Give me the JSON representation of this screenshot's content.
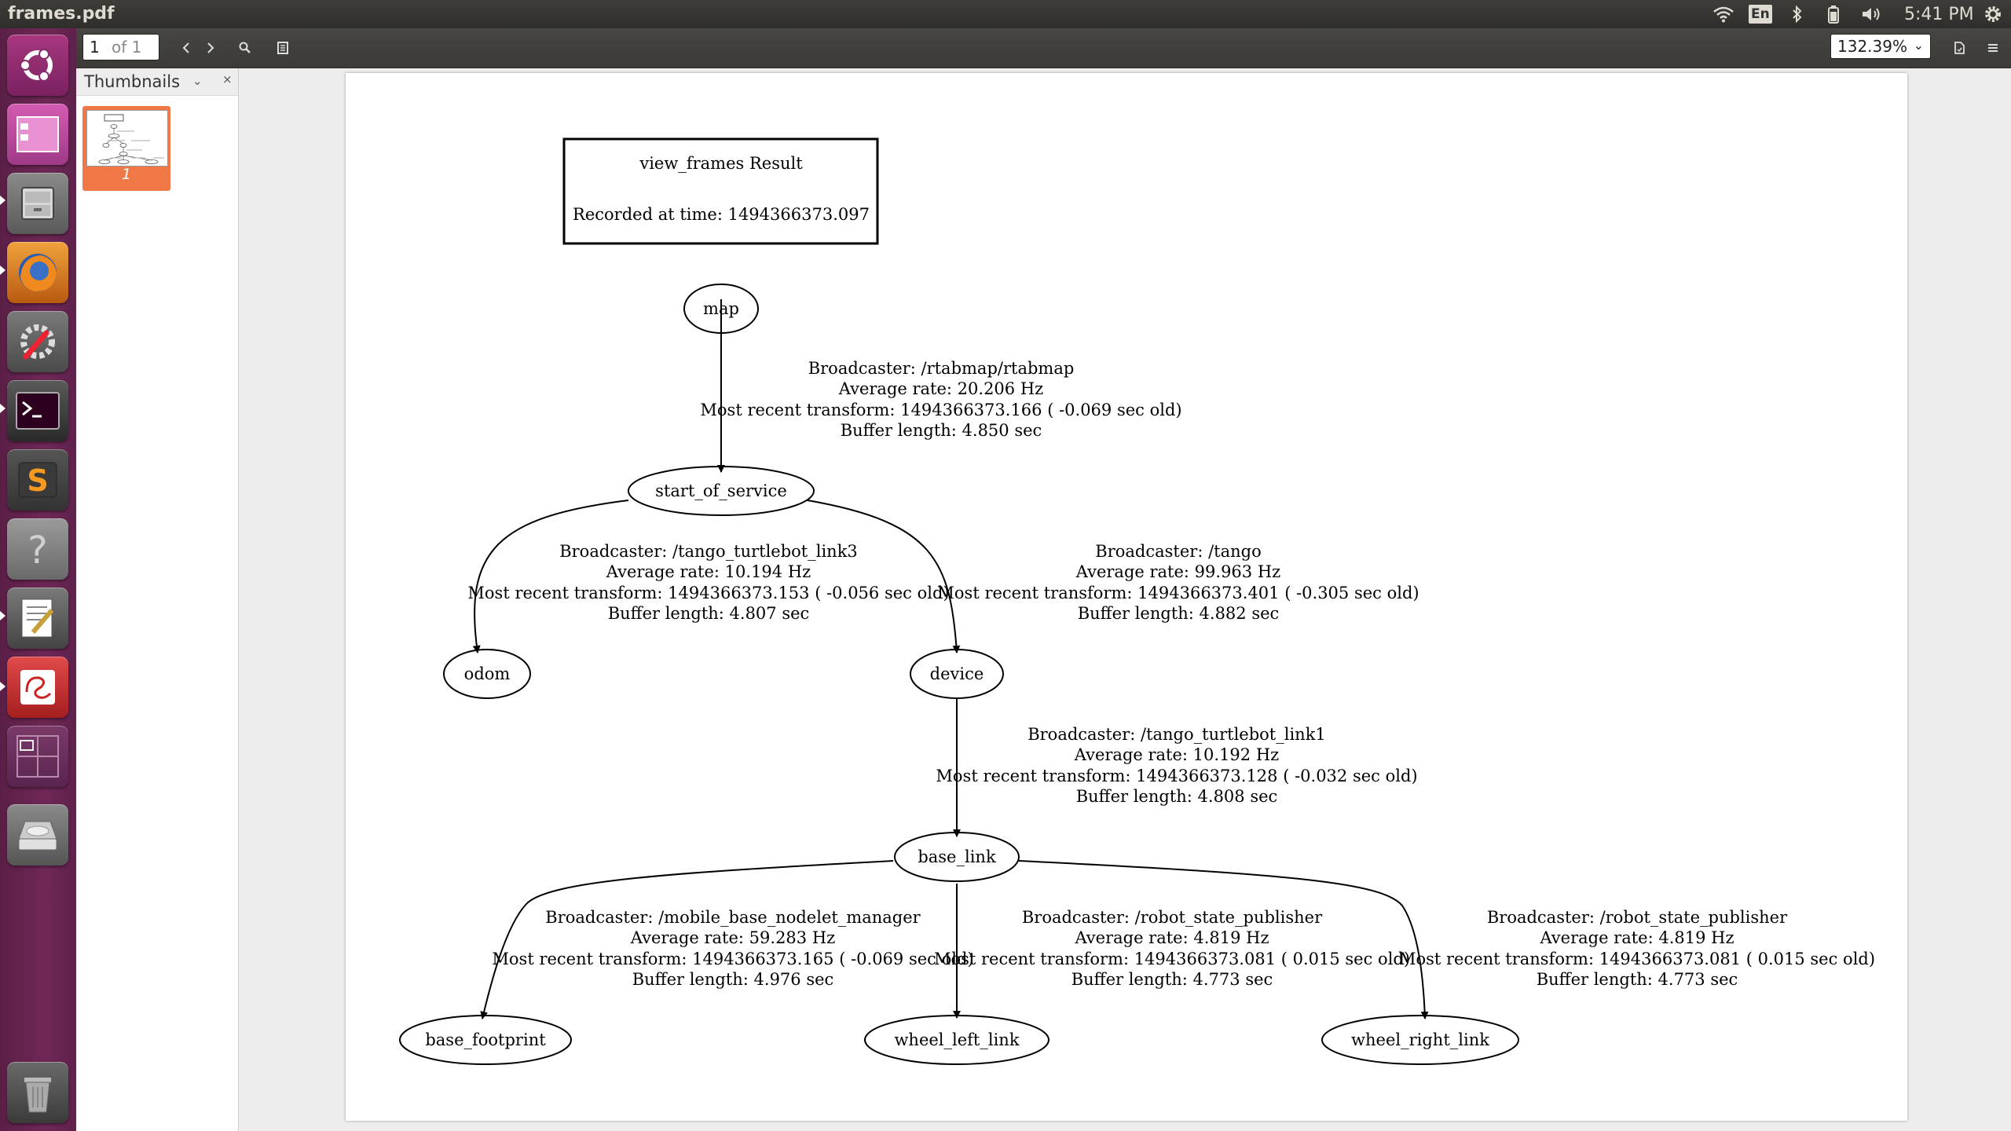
{
  "window": {
    "title": "frames.pdf"
  },
  "panel": {
    "input_indicator": "En",
    "clock": "5:41 PM"
  },
  "toolbar": {
    "page_current": "1",
    "page_total": "of 1",
    "zoom": "132.39%"
  },
  "sidebar": {
    "title": "Thumbnails",
    "thumbnail_label": "1"
  },
  "graph": {
    "title": "view_frames Result",
    "recorded": "Recorded at time: 1494366373.097",
    "nodes": {
      "map": "map",
      "start_of_service": "start_of_service",
      "odom": "odom",
      "device": "device",
      "base_link": "base_link",
      "base_footprint": "base_footprint",
      "wheel_left_link": "wheel_left_link",
      "wheel_right_link": "wheel_right_link"
    },
    "edges": {
      "map_sos": [
        "Broadcaster: /rtabmap/rtabmap",
        "Average rate: 20.206 Hz",
        "Most recent transform: 1494366373.166 ( -0.069 sec old)",
        "Buffer length: 4.850 sec"
      ],
      "sos_odom": [
        "Broadcaster: /tango_turtlebot_link3",
        "Average rate: 10.194 Hz",
        "Most recent transform: 1494366373.153 ( -0.056 sec old)",
        "Buffer length: 4.807 sec"
      ],
      "sos_device": [
        "Broadcaster: /tango",
        "Average rate: 99.963 Hz",
        "Most recent transform: 1494366373.401 ( -0.305 sec old)",
        "Buffer length: 4.882 sec"
      ],
      "device_base": [
        "Broadcaster: /tango_turtlebot_link1",
        "Average rate: 10.192 Hz",
        "Most recent transform: 1494366373.128 ( -0.032 sec old)",
        "Buffer length: 4.808 sec"
      ],
      "base_footprint": [
        "Broadcaster: /mobile_base_nodelet_manager",
        "Average rate: 59.283 Hz",
        "Most recent transform: 1494366373.165 ( -0.069 sec old)",
        "Buffer length: 4.976 sec"
      ],
      "base_wheel_left": [
        "Broadcaster: /robot_state_publisher",
        "Average rate: 4.819 Hz",
        "Most recent transform: 1494366373.081 ( 0.015 sec old)",
        "Buffer length: 4.773 sec"
      ],
      "base_wheel_right": [
        "Broadcaster: /robot_state_publisher",
        "Average rate: 4.819 Hz",
        "Most recent transform: 1494366373.081 ( 0.015 sec old)",
        "Buffer length: 4.773 sec"
      ]
    }
  }
}
